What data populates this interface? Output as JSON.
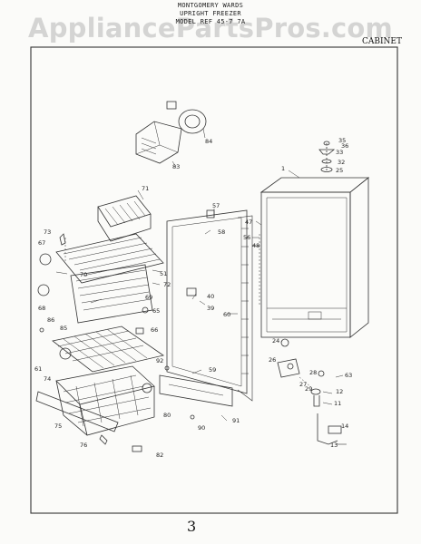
{
  "watermark": "AppliancePartsPros.com",
  "header": {
    "line1": "MONTGOMERY WARDS",
    "line2": "UPRIGHT FREEZER",
    "line3": "MODEL REF 45-7 7A"
  },
  "section_label": "CABINET",
  "page_mark": "3",
  "callouts": {
    "c1": "1",
    "c12": "12",
    "c11": "11",
    "c13": "13",
    "c14": "14",
    "c24": "24",
    "c25": "25",
    "c26": "26",
    "c27": "27",
    "c28": "28",
    "c29": "29",
    "c32": "32",
    "c33": "33",
    "c35": "35",
    "c36": "36",
    "c39": "39",
    "c40": "40",
    "c47": "47",
    "c48": "48",
    "c51": "51",
    "c56": "56",
    "c57": "57",
    "c58": "58",
    "c59": "59",
    "c60": "60",
    "c61": "61",
    "c63": "63",
    "c65": "65",
    "c66": "66",
    "c67": "67",
    "c68": "68",
    "c69": "69",
    "c70": "70",
    "c71": "71",
    "c72": "72",
    "c73": "73",
    "c74": "74",
    "c75": "75",
    "c76": "76",
    "c80": "80",
    "c82": "82",
    "c83": "83",
    "c84": "84",
    "c85": "85",
    "c86": "86",
    "c90": "90",
    "c91": "91",
    "c92": "92"
  }
}
